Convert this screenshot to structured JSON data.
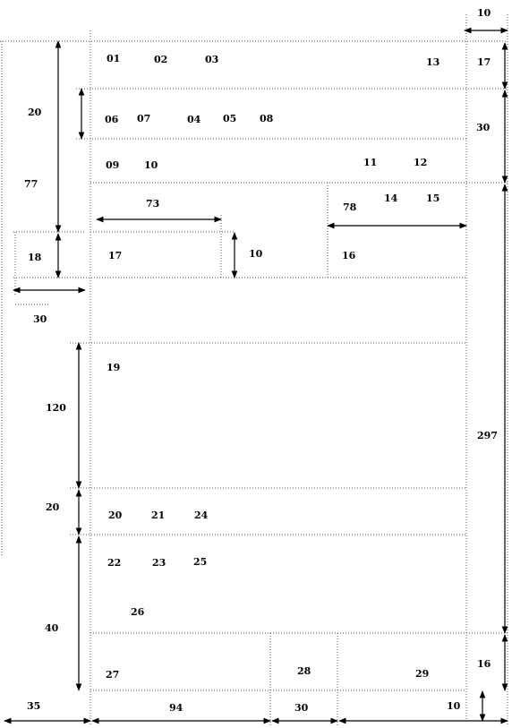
{
  "cell_numbers": [
    "01",
    "02",
    "03",
    "13",
    "17",
    "06",
    "07",
    "04",
    "05",
    "08",
    "30",
    "09",
    "10",
    "11",
    "12",
    "73",
    "14",
    "15",
    "78",
    "17",
    "10",
    "16",
    "19",
    "20",
    "21",
    "24",
    "22",
    "23",
    "25",
    "26",
    "27",
    "28",
    "29",
    "16"
  ],
  "dimensions": [
    "10",
    "20",
    "77",
    "18",
    "30",
    "120",
    "20",
    "40",
    "297",
    "35",
    "94",
    "30",
    "10"
  ]
}
